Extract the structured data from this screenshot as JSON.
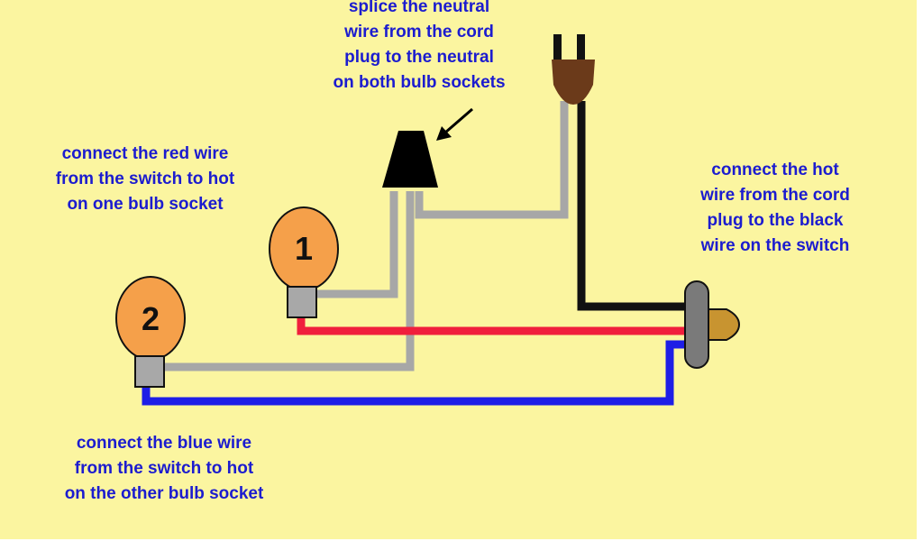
{
  "colors": {
    "background": "#FBF5A0",
    "text": "#1C1CCF",
    "hot_wire": "#111111",
    "neutral_wire": "#A7A7A7",
    "red_wire": "#F01E3C",
    "blue_wire": "#1E1EE6",
    "bulb_glass": "#F5A04A",
    "bulb_base": "#A8A8A8",
    "wire_nut": "#000000",
    "plug": "#6B3A1A",
    "switch_body": "#7A7A7A",
    "switch_toggle": "#C89430"
  },
  "labels": {
    "splice": [
      "splice the neutral",
      "wire from the cord",
      "plug to the neutral",
      "on both bulb sockets"
    ],
    "red": [
      "connect the red wire",
      "from the switch to hot",
      "on one bulb socket"
    ],
    "hot": [
      "connect the hot",
      "wire from the cord",
      "plug to the black",
      "wire on the switch"
    ],
    "blue": [
      "connect the blue wire",
      "from the switch to hot",
      "on the other bulb socket"
    ]
  },
  "bulbs": {
    "bulb1": "1",
    "bulb2": "2"
  },
  "icons": {
    "plug": "power-plug-icon",
    "wire_nut": "wire-nut-icon",
    "switch": "toggle-switch-icon",
    "arrow": "arrow-icon"
  }
}
